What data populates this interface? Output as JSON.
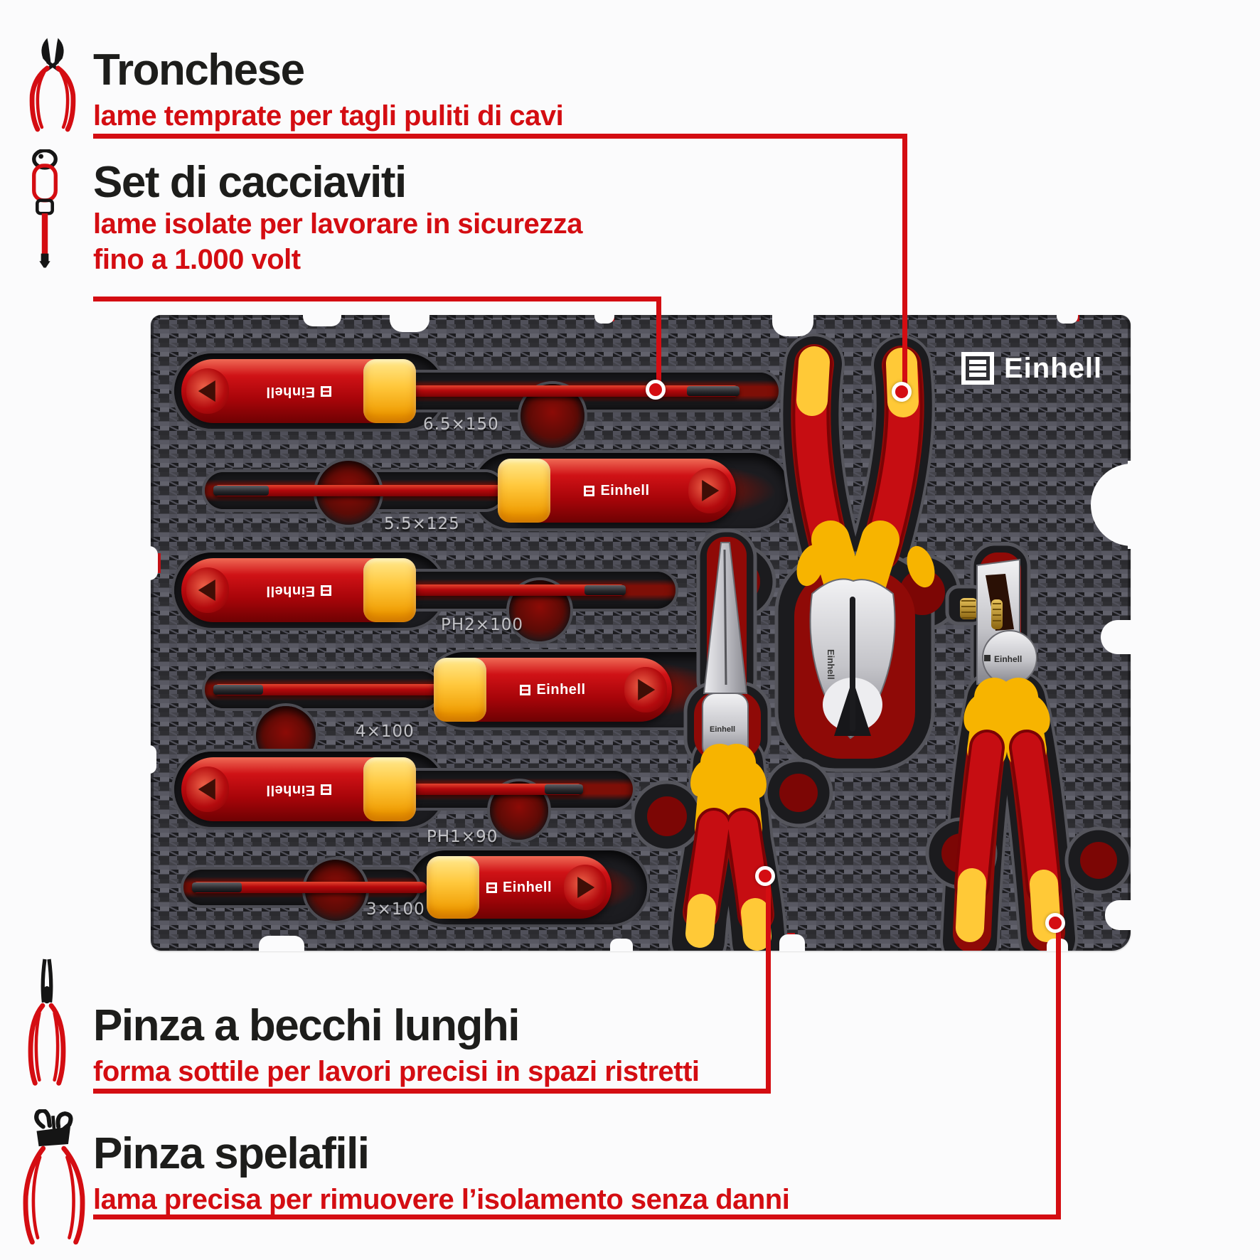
{
  "colors": {
    "accent": "#d40d12",
    "title": "#1d1d1b",
    "background": "#fbfbfc"
  },
  "annotations": {
    "tronchese": {
      "icon": "side-cutter-icon",
      "title": "Tronchese",
      "subtitle": "lame temprate per tagli puliti di cavi"
    },
    "cacciaviti": {
      "icon": "screwdriver-icon",
      "title": "Set di cacciaviti",
      "subtitle_line1": "lame isolate per lavorare in sicurezza",
      "subtitle_line2": "fino a 1.000 volt"
    },
    "becchi_lunghi": {
      "icon": "long-nose-pliers-icon",
      "title": "Pinza a becchi lunghi",
      "subtitle": "forma sottile per lavori precisi in spazi ristretti"
    },
    "spelafili": {
      "icon": "wire-stripper-icon",
      "title": "Pinza spelafili",
      "subtitle": "lama precisa per rimuovere l’isolamento senza danni"
    }
  },
  "tray": {
    "brand": "Einhell",
    "handle_brand": "Einhell",
    "head_marking": "Einhell",
    "screwdrivers": [
      {
        "label": "6.5×150"
      },
      {
        "label": "5.5×125"
      },
      {
        "label": "PH2×100"
      },
      {
        "label": "4×100"
      },
      {
        "label": "PH1×90"
      },
      {
        "label": "3×100"
      }
    ]
  }
}
